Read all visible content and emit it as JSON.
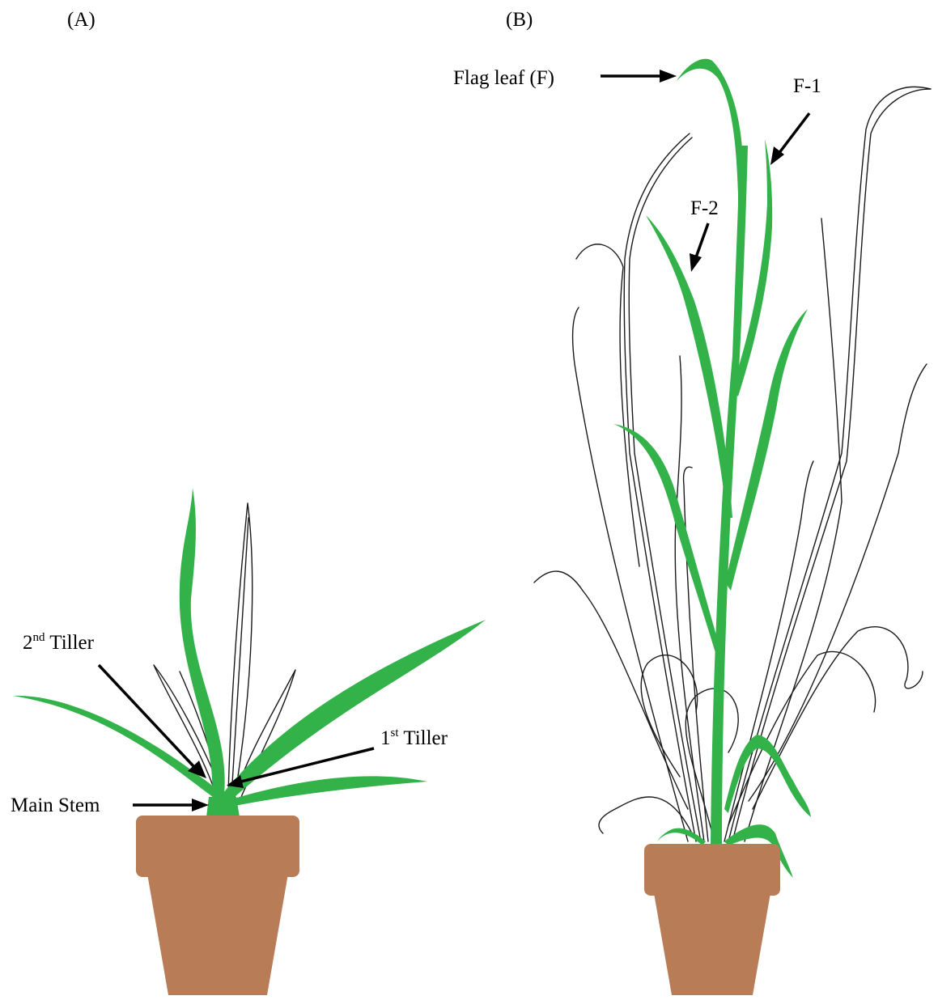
{
  "panels": [
    {
      "id": "A",
      "label": "(A)",
      "annotations": {
        "second_tiller": {
          "sup_prefix": "2",
          "sup": "nd",
          "text": " Tiller"
        },
        "first_tiller": {
          "sup_prefix": "1",
          "sup": "st",
          "text": " Tiller"
        },
        "main_stem": "Main Stem"
      }
    },
    {
      "id": "B",
      "label": "(B)",
      "annotations": {
        "flag_leaf": "Flag leaf (F)",
        "f1": "F-1",
        "f2": "F-2"
      }
    }
  ],
  "colors": {
    "leaf_green": "#33b24a",
    "pot_brown": "#b87c57",
    "outline": "#1a1a1a"
  }
}
